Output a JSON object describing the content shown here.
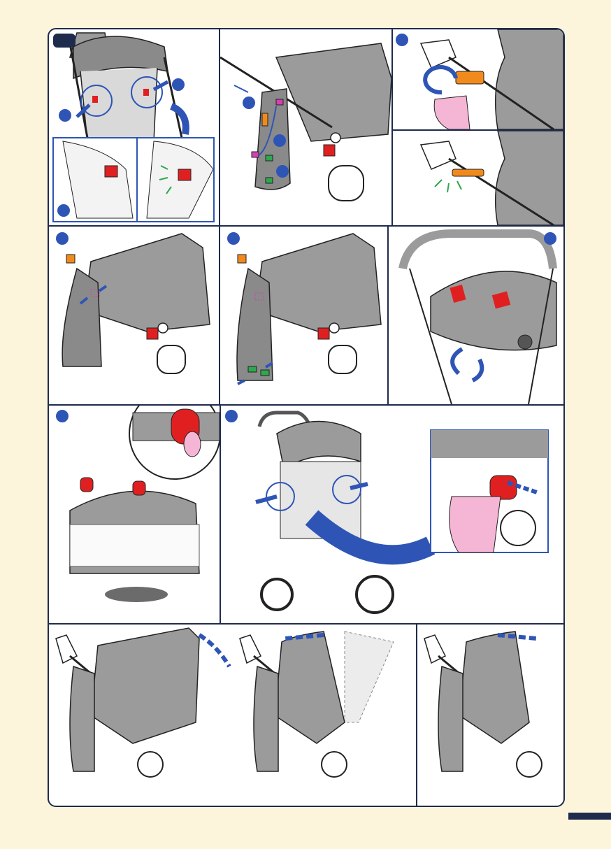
{
  "colors": {
    "page_background": "#fdf4dc",
    "frame_border": "#1f2b4d",
    "step_marker": "#2e55b6",
    "arrow_blue": "#2e55b6",
    "canopy_grey": "#9b9b9b",
    "clip_red": "#e02020",
    "clip_orange": "#f08a1c",
    "velcro_pink": "#d63fb0",
    "velcro_green": "#2ea84e",
    "hand_pink": "#f5b6d6"
  },
  "icons": [
    "step-marker-dot",
    "curved-arrow-icon",
    "straight-arrow-icon",
    "dashed-arrow-icon",
    "click-burst-icon"
  ],
  "panels": [
    {
      "id": "remove-canopy-clips"
    },
    {
      "id": "release-velcro-straps"
    },
    {
      "id": "open-orange-clip"
    },
    {
      "id": "orange-clip-closed"
    },
    {
      "id": "fold-canopy-side"
    },
    {
      "id": "canopy-velcro-bottom"
    },
    {
      "id": "canopy-red-straps"
    },
    {
      "id": "wrap-red-bands"
    },
    {
      "id": "pull-red-clip-stroller"
    },
    {
      "id": "canopy-fold-forward"
    },
    {
      "id": "canopy-extend-back"
    },
    {
      "id": "canopy-retract"
    }
  ]
}
